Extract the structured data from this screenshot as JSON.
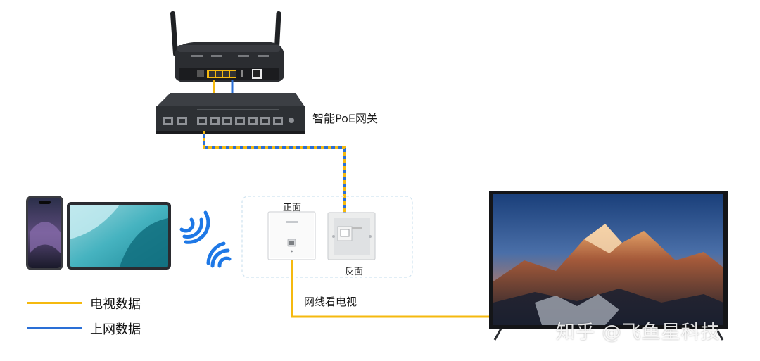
{
  "labels": {
    "gateway": "智能PoE网关",
    "panel_front": "正面",
    "panel_back": "反面",
    "cable_to_tv": "网线看电视"
  },
  "legend": [
    {
      "label": "电视数据",
      "color": "#f5b90f"
    },
    {
      "label": "上网数据",
      "color": "#2a6fd6"
    }
  ],
  "watermark": "知乎 @飞鱼星科技",
  "colors": {
    "tv_data": "#f5b90f",
    "internet_data": "#2a6fd6",
    "device_dark": "#2c2f33",
    "wifi_blue": "#1e78e6"
  },
  "icons": [
    "router-icon",
    "poe-switch-icon",
    "phone-icon",
    "tablet-icon",
    "wifi-icon",
    "wall-ap-icon",
    "tv-icon"
  ]
}
